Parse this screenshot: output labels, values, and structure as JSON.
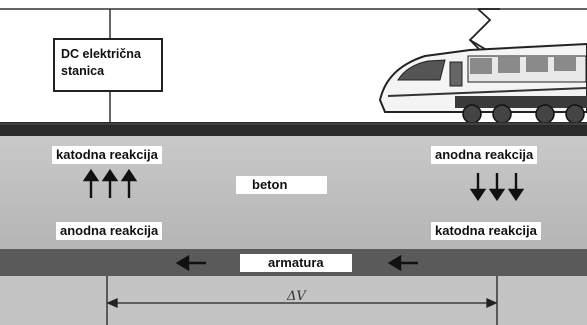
{
  "station": {
    "line1": "DC električna",
    "line2": "stanica"
  },
  "labels": {
    "cathodic_top_left": "katodna reakcija",
    "anodic_top_right": "anodna reakcija",
    "concrete": "beton",
    "anodic_bottom_left": "anodna reakcija",
    "cathodic_bottom_right": "katodna reakcija",
    "rebar": "armatura",
    "potential_difference": "ΔV"
  },
  "colors": {
    "concrete": "#bdbdbd",
    "rail": "#2a2a2a",
    "rebar": "#5a5a5a",
    "lower_ground": "#c4c4c4",
    "train_body": "#f4f4f4",
    "train_window": "#555555"
  },
  "icons": {
    "arrow_up": "arrow-up-icon",
    "arrow_down": "arrow-down-icon",
    "arrow_left": "arrow-left-icon"
  }
}
